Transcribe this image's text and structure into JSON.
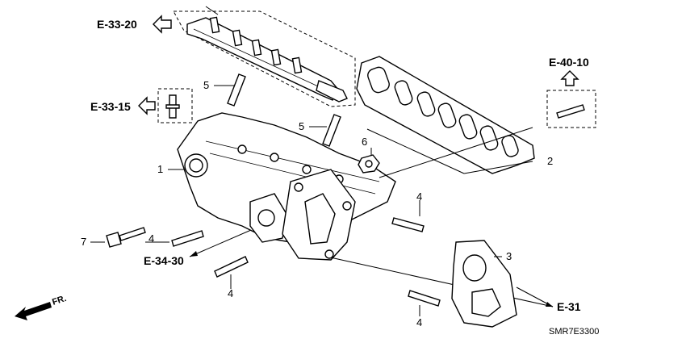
{
  "references": {
    "e33_20": "E-33-20",
    "e33_15": "E-33-15",
    "e40_10": "E-40-10",
    "e34_30": "E-34-30",
    "e31": "E-31"
  },
  "callouts": {
    "p1": "1",
    "p2": "2",
    "p3": "3",
    "p4a": "4",
    "p4b": "4",
    "p4c": "4",
    "p4d": "4",
    "p5a": "5",
    "p5b": "5",
    "p6": "6",
    "p7": "7"
  },
  "front_marker": "FR.",
  "diagram_code": "SMR7E3300"
}
